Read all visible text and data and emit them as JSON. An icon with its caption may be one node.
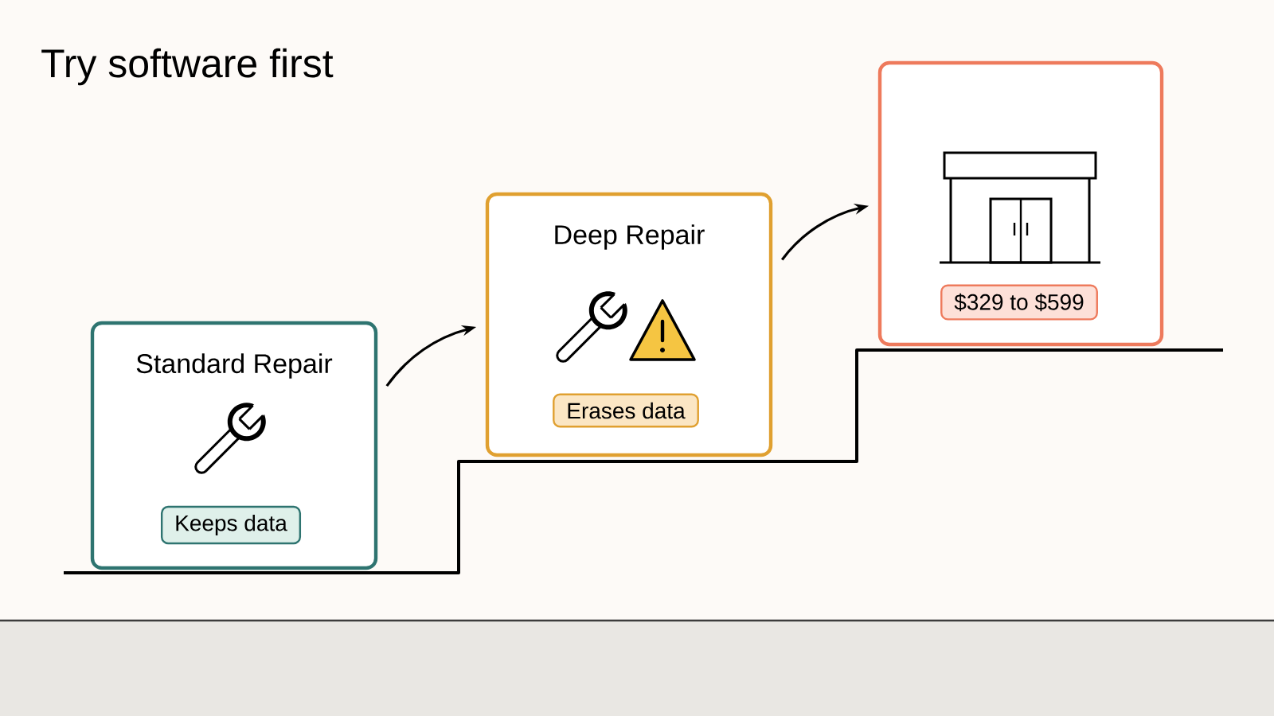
{
  "diagram": {
    "title": "Try software first",
    "nodes": [
      {
        "text": [
          "Standard Repair"
        ]
      },
      {
        "text": [
          "Keeps data"
        ],
        "in": 0
      },
      {
        "text": [
          "Deep Repair"
        ]
      },
      {
        "text": [
          "Erases data"
        ],
        "in": 2
      },
      {
        "text": [],
        "shape": "box"
      },
      {
        "text": [
          "$329 to $599"
        ],
        "in": 4
      }
    ],
    "edges": [
      {
        "from": 0,
        "to": 2,
        "arrow": "to"
      },
      {
        "from": 2,
        "to": 4,
        "arrow": "to"
      }
    ]
  }
}
